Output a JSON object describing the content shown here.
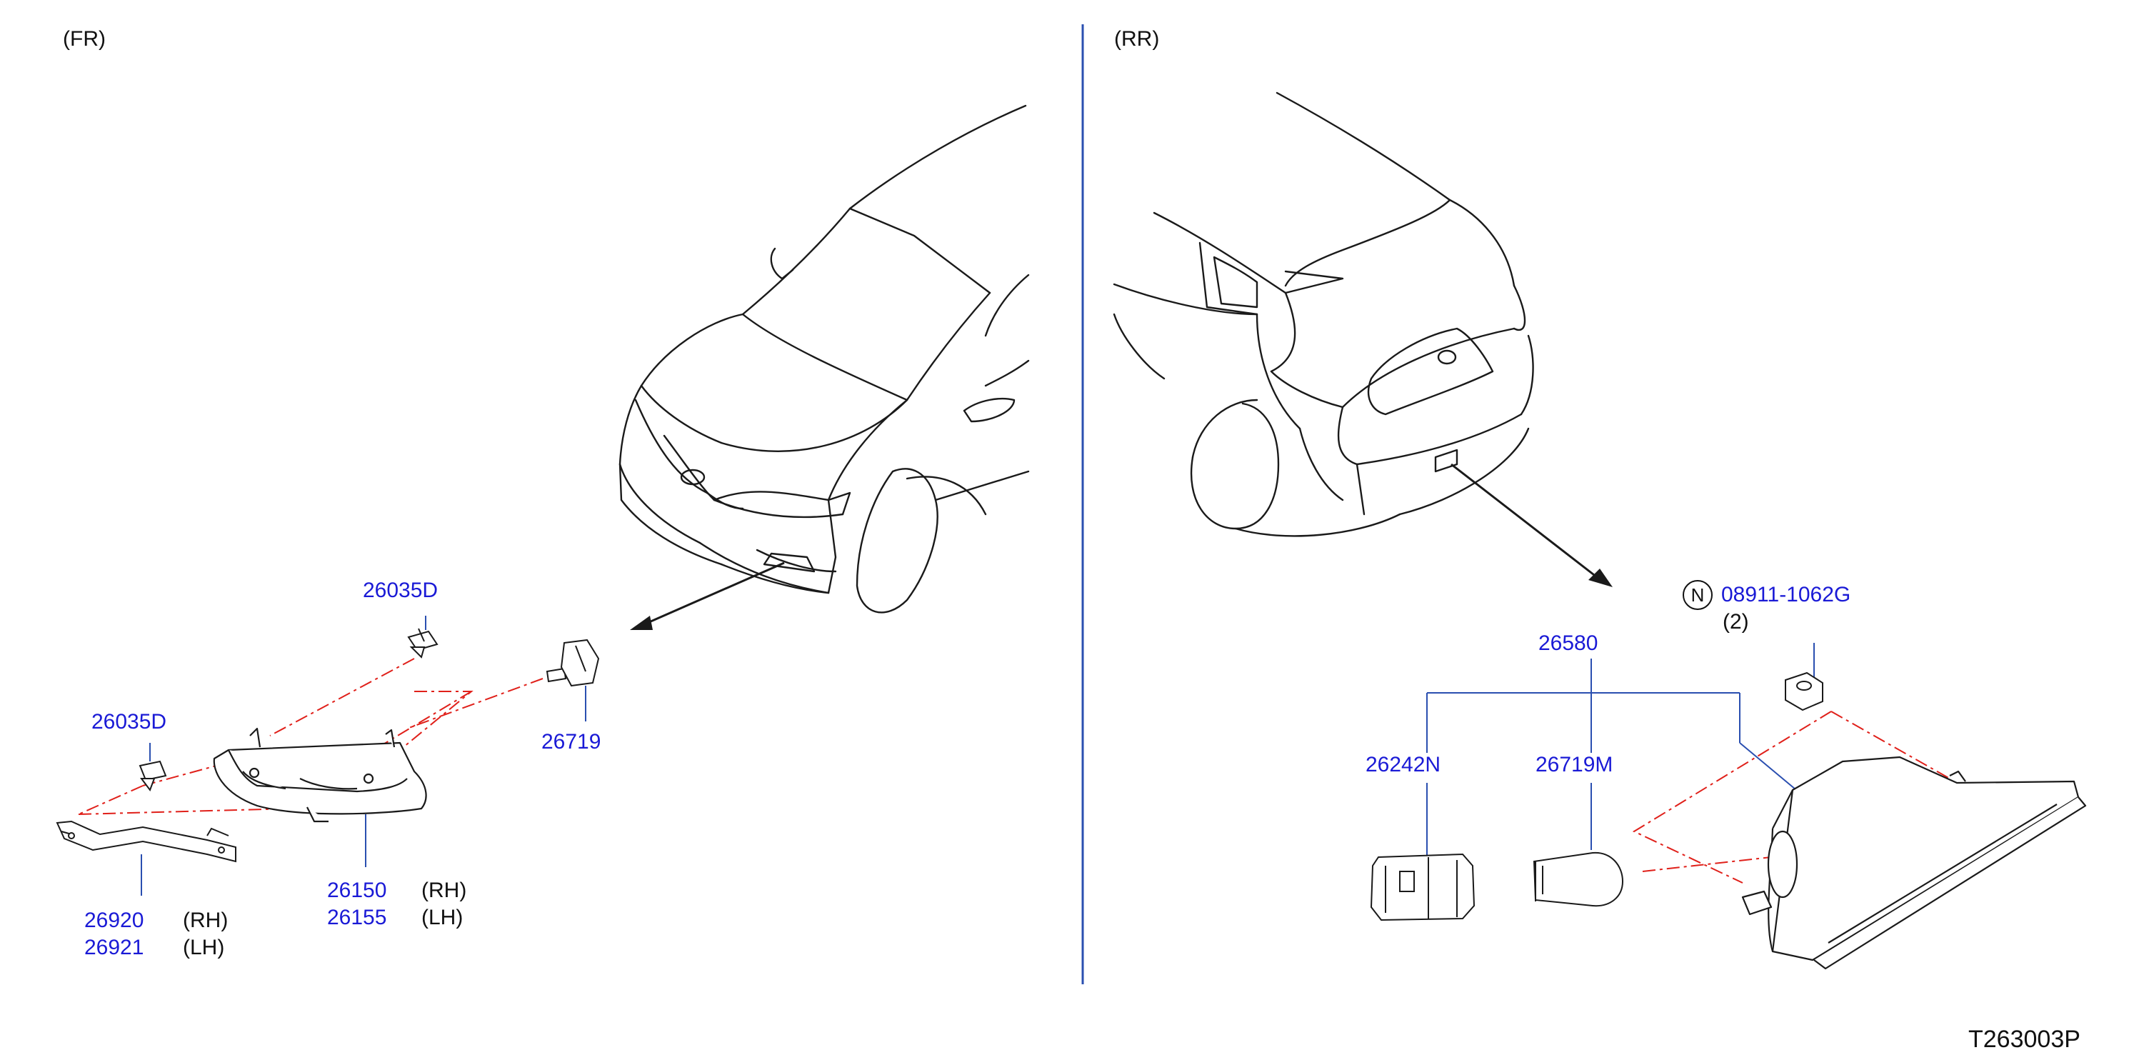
{
  "sections": {
    "front": {
      "label": "(FR)"
    },
    "rear": {
      "label": "(RR)"
    }
  },
  "parts": {
    "front_bolt_upper": "26035D",
    "front_bolt_left": "26035D",
    "front_bulb": "26719",
    "lamp_rh": "26150",
    "lamp_lh": "26155",
    "bracket_rh": "26920",
    "bracket_lh": "26921",
    "rear_lamp_assy": "26580",
    "rear_socket": "26242N",
    "rear_bulb": "26719M",
    "rear_nut": "08911-1062G"
  },
  "qualifiers": {
    "rh": "(RH)",
    "lh": "(LH)",
    "nut_qty": "(2)",
    "nut_symbol": "N"
  },
  "diagram_id": "T263003P",
  "colors": {
    "line": "#1a1a1a",
    "leader": "#2a4fb0",
    "dash": "#e0201a",
    "label": "#1a1ad6",
    "divider": "#2a4fb0"
  }
}
